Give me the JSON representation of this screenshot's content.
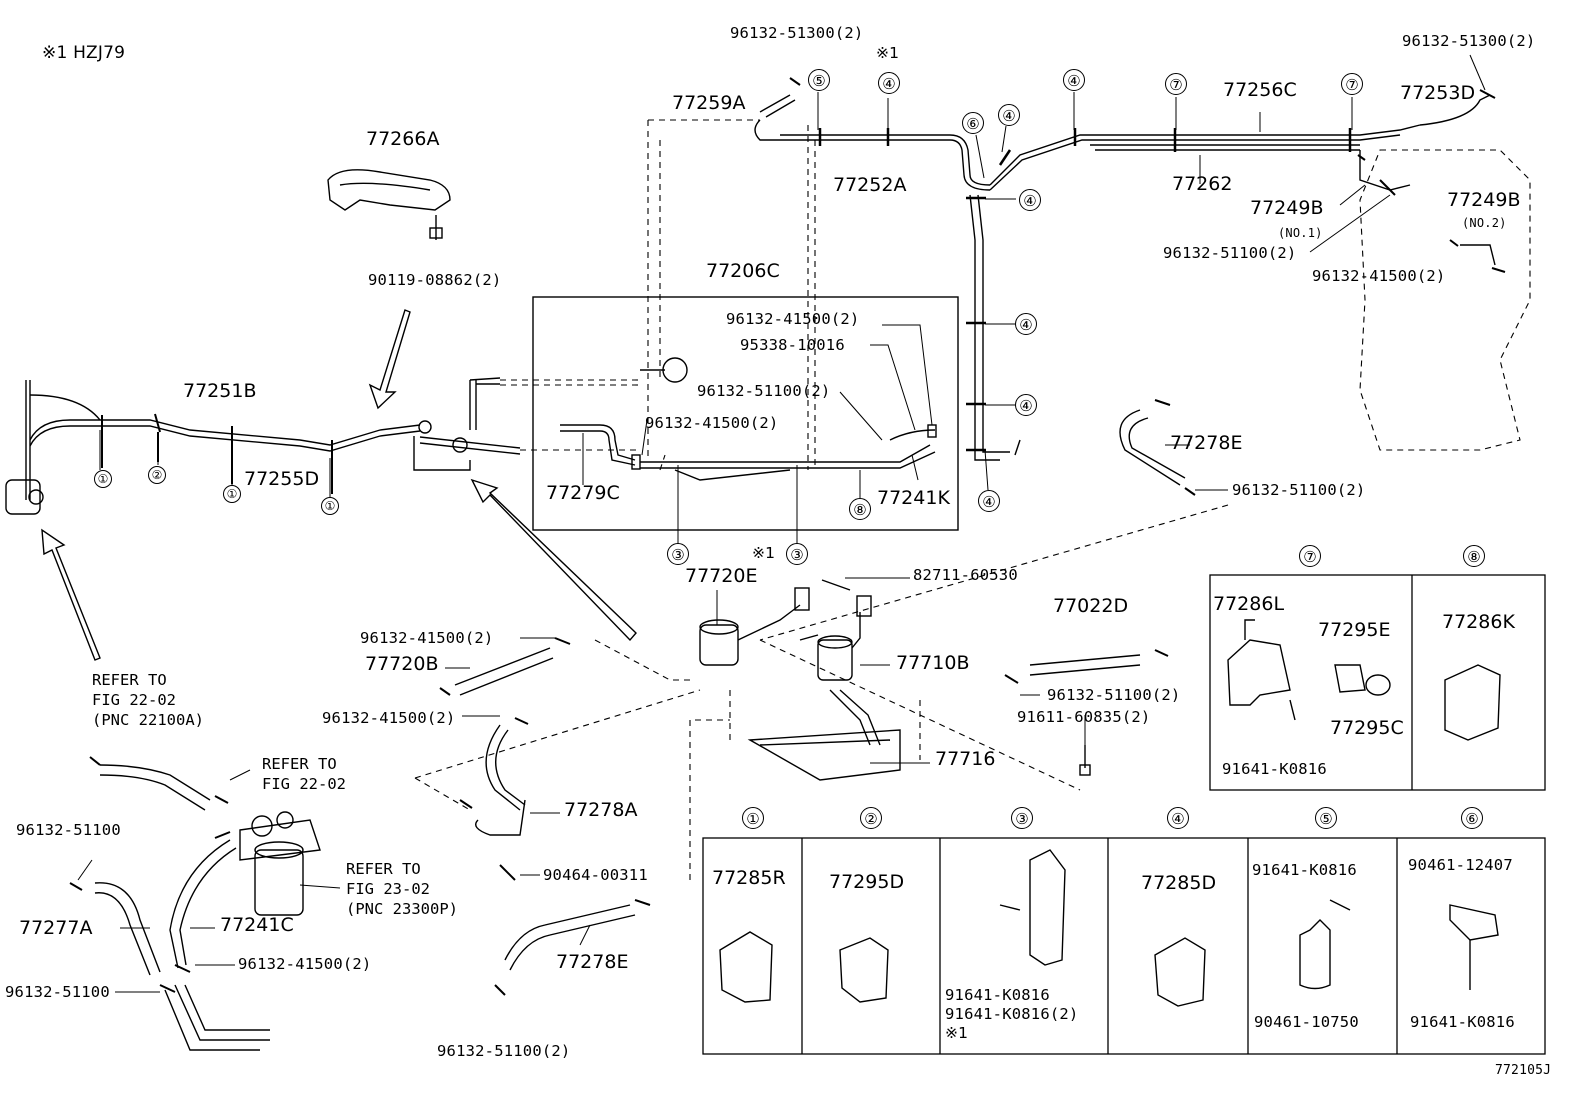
{
  "note": "※1 HZJ79",
  "figure_id": "772105J",
  "parts": {
    "p77266A": "77266A",
    "p90119": "90119-08862(2)",
    "p77251B": "77251B",
    "p77255D": "77255D",
    "p77259A": "77259A",
    "p96132_51300_a": "96132-51300(2)",
    "p96132_51300_b": "96132-51300(2)",
    "star4": "※1",
    "p77252A": "77252A",
    "p77256C": "77256C",
    "p77262": "77262",
    "p77253D": "77253D",
    "p77249B_1": "77249B",
    "no1": "(NO.1)",
    "p77249B_2": "77249B",
    "no2": "(NO.2)",
    "p96132_51100_top": "96132-51100(2)",
    "p96132_41500_top": "96132-41500(2)",
    "p77206C": "77206C",
    "box_96132_41500_a": "96132-41500(2)",
    "box_95338": "95338-10016",
    "box_96132_51100": "96132-51100(2)",
    "box_96132_41500_b": "96132-41500(2)",
    "p77279C": "77279C",
    "p77241K": "77241K",
    "p77278E_top": "77278E",
    "p96132_51100_e": "96132-51100(2)",
    "star3": "※1",
    "p77720E": "77720E",
    "p82711": "82711-60530",
    "p77022D": "77022D",
    "p96132_41500_l1": "96132-41500(2)",
    "p77720B": "77720B",
    "p96132_41500_l2": "96132-41500(2)",
    "p77710B": "77710B",
    "p96132_51100_m": "96132-51100(2)",
    "p91611": "91611-60835(2)",
    "p77716": "77716",
    "refer1": [
      "REFER TO",
      "FIG 22-02",
      "(PNC 22100A)"
    ],
    "refer2": [
      "REFER TO",
      "FIG 22-02"
    ],
    "refer3": [
      "REFER TO",
      "FIG 23-02",
      "(PNC 23300P)"
    ],
    "p96132_51100_l": "96132-51100",
    "p77277A": "77277A",
    "p77241C": "77241C",
    "p96132_41500_b": "96132-41500(2)",
    "p96132_51100_lb": "96132-51100",
    "p77278A": "77278A",
    "p90464": "90464-00311",
    "p77278E_bot": "77278E",
    "p96132_51100_bot": "96132-51100(2)"
  },
  "callouts": [
    "①",
    "②",
    "③",
    "④",
    "⑤",
    "⑥",
    "⑦",
    "⑧"
  ],
  "legend7": {
    "num": "⑦",
    "a": "77286L",
    "b": "77295E",
    "c": "77295C",
    "d": "91641-K0816"
  },
  "legend8": {
    "num": "⑧",
    "a": "77286K"
  },
  "legend": [
    {
      "num": "①",
      "items": [
        "77285R"
      ]
    },
    {
      "num": "②",
      "items": [
        "77295D"
      ]
    },
    {
      "num": "③",
      "items": [
        "91641-K0816",
        "91641-K0816(2)",
        "※1"
      ]
    },
    {
      "num": "④",
      "items": [
        "77285D"
      ]
    },
    {
      "num": "⑤",
      "items": [
        "91641-K0816",
        "90461-10750"
      ]
    },
    {
      "num": "⑥",
      "items": [
        "90461-12407",
        "91641-K0816"
      ]
    }
  ]
}
